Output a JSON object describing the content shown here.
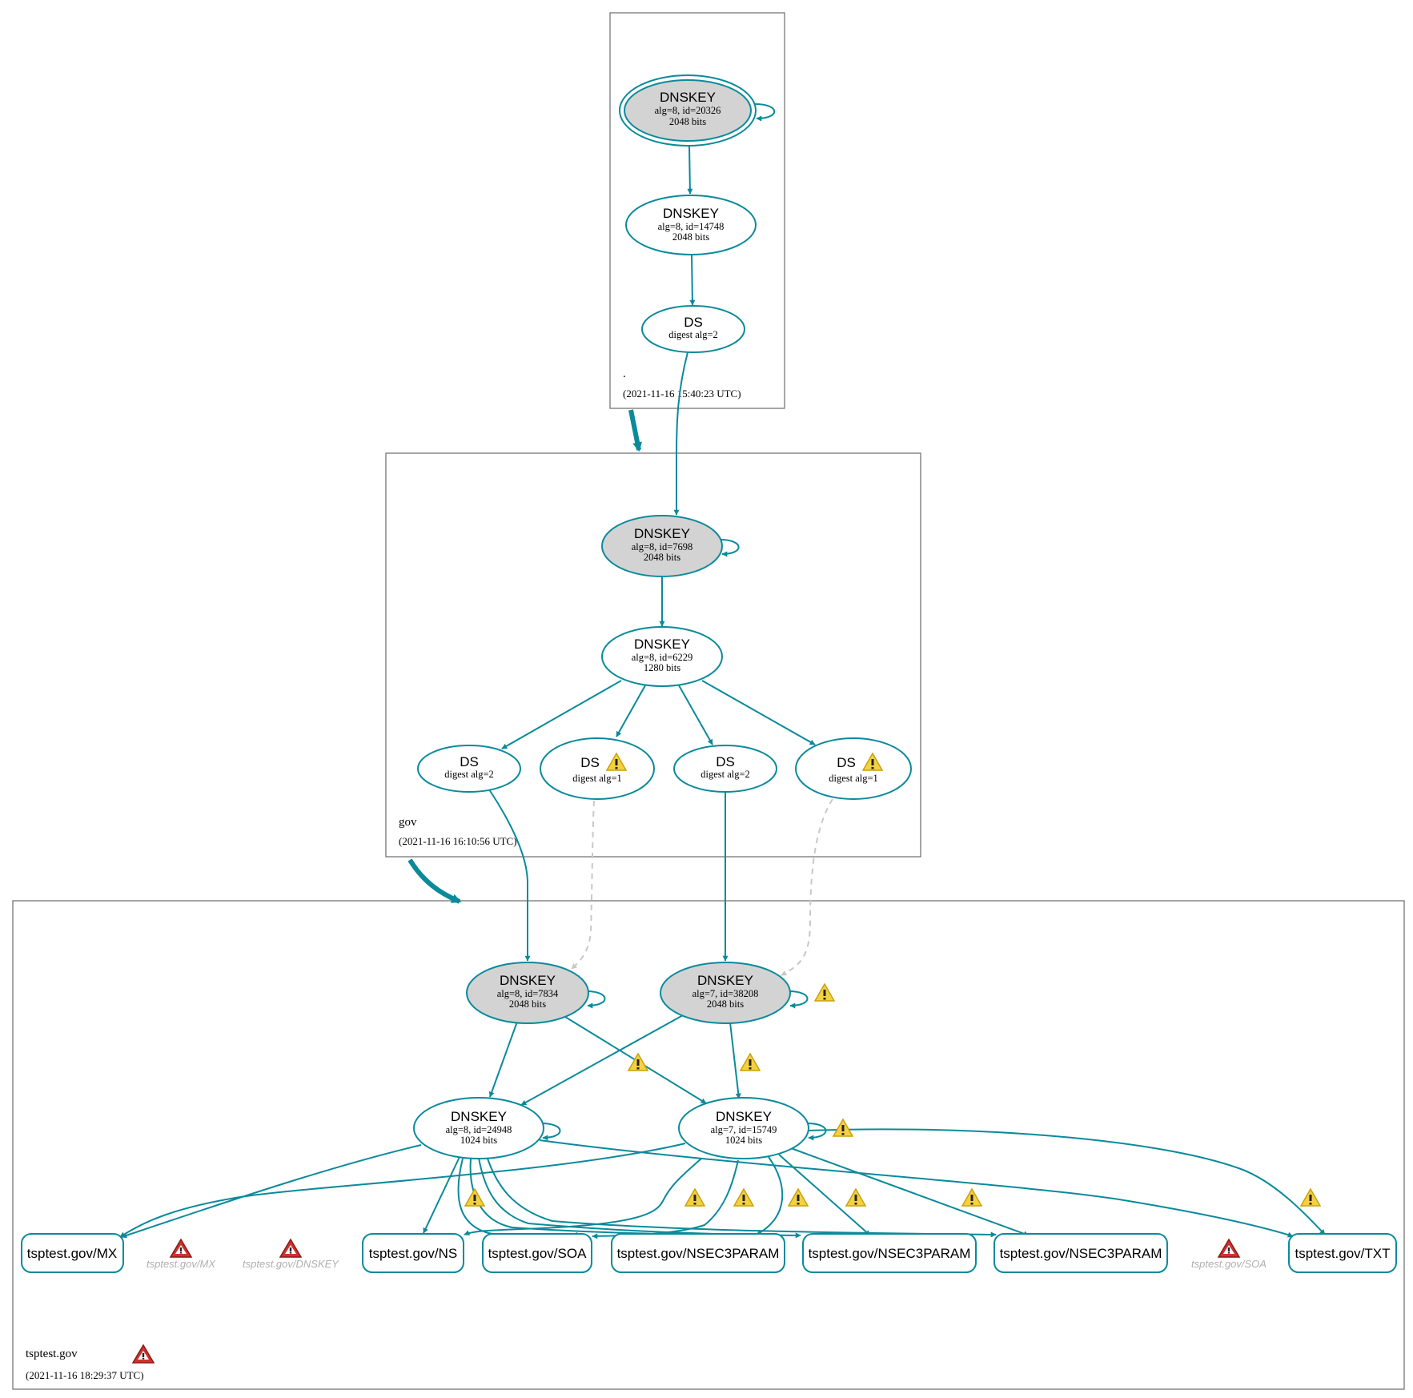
{
  "zones": {
    "root": {
      "name": ".",
      "timestamp": "(2021-11-16 15:40:23 UTC)"
    },
    "gov": {
      "name": "gov",
      "timestamp": "(2021-11-16 16:10:56 UTC)"
    },
    "tsptest": {
      "name": "tsptest.gov",
      "timestamp": "(2021-11-16 18:29:37 UTC)"
    }
  },
  "nodes": {
    "root_ksk": {
      "title": "DNSKEY",
      "line1": "alg=8, id=20326",
      "line2": "2048 bits"
    },
    "root_zsk": {
      "title": "DNSKEY",
      "line1": "alg=8, id=14748",
      "line2": "2048 bits"
    },
    "root_ds": {
      "title": "DS",
      "line1": "digest alg=2"
    },
    "gov_ksk": {
      "title": "DNSKEY",
      "line1": "alg=8, id=7698",
      "line2": "2048 bits"
    },
    "gov_zsk": {
      "title": "DNSKEY",
      "line1": "alg=8, id=6229",
      "line2": "1280 bits"
    },
    "gov_ds1": {
      "title": "DS",
      "line1": "digest alg=2"
    },
    "gov_ds2": {
      "title": "DS",
      "line1": "digest alg=1"
    },
    "gov_ds3": {
      "title": "DS",
      "line1": "digest alg=2"
    },
    "gov_ds4": {
      "title": "DS",
      "line1": "digest alg=1"
    },
    "ts_ksk8": {
      "title": "DNSKEY",
      "line1": "alg=8, id=7834",
      "line2": "2048 bits"
    },
    "ts_ksk7": {
      "title": "DNSKEY",
      "line1": "alg=7, id=38208",
      "line2": "2048 bits"
    },
    "ts_zsk8": {
      "title": "DNSKEY",
      "line1": "alg=8, id=24948",
      "line2": "1024 bits"
    },
    "ts_zsk7": {
      "title": "DNSKEY",
      "line1": "alg=7, id=15749",
      "line2": "1024 bits"
    }
  },
  "rrsets": {
    "mx": "tsptest.gov/MX",
    "ns": "tsptest.gov/NS",
    "soa": "tsptest.gov/SOA",
    "nsec3param1": "tsptest.gov/NSEC3PARAM",
    "nsec3param2": "tsptest.gov/NSEC3PARAM",
    "nsec3param3": "tsptest.gov/NSEC3PARAM",
    "txt": "tsptest.gov/TXT"
  },
  "missing": {
    "mx": "tsptest.gov/MX",
    "dnskey": "tsptest.gov/DNSKEY",
    "soa": "tsptest.gov/SOA"
  },
  "colors": {
    "secure_edge": "#0a8a9b",
    "insecure_edge": "#c8c8c8",
    "ksk_fill": "#d3d3d3",
    "warning": "#f5d142",
    "error": "#d0312d"
  },
  "icons": {
    "warning": "warning-triangle-icon",
    "error": "error-triangle-icon"
  }
}
